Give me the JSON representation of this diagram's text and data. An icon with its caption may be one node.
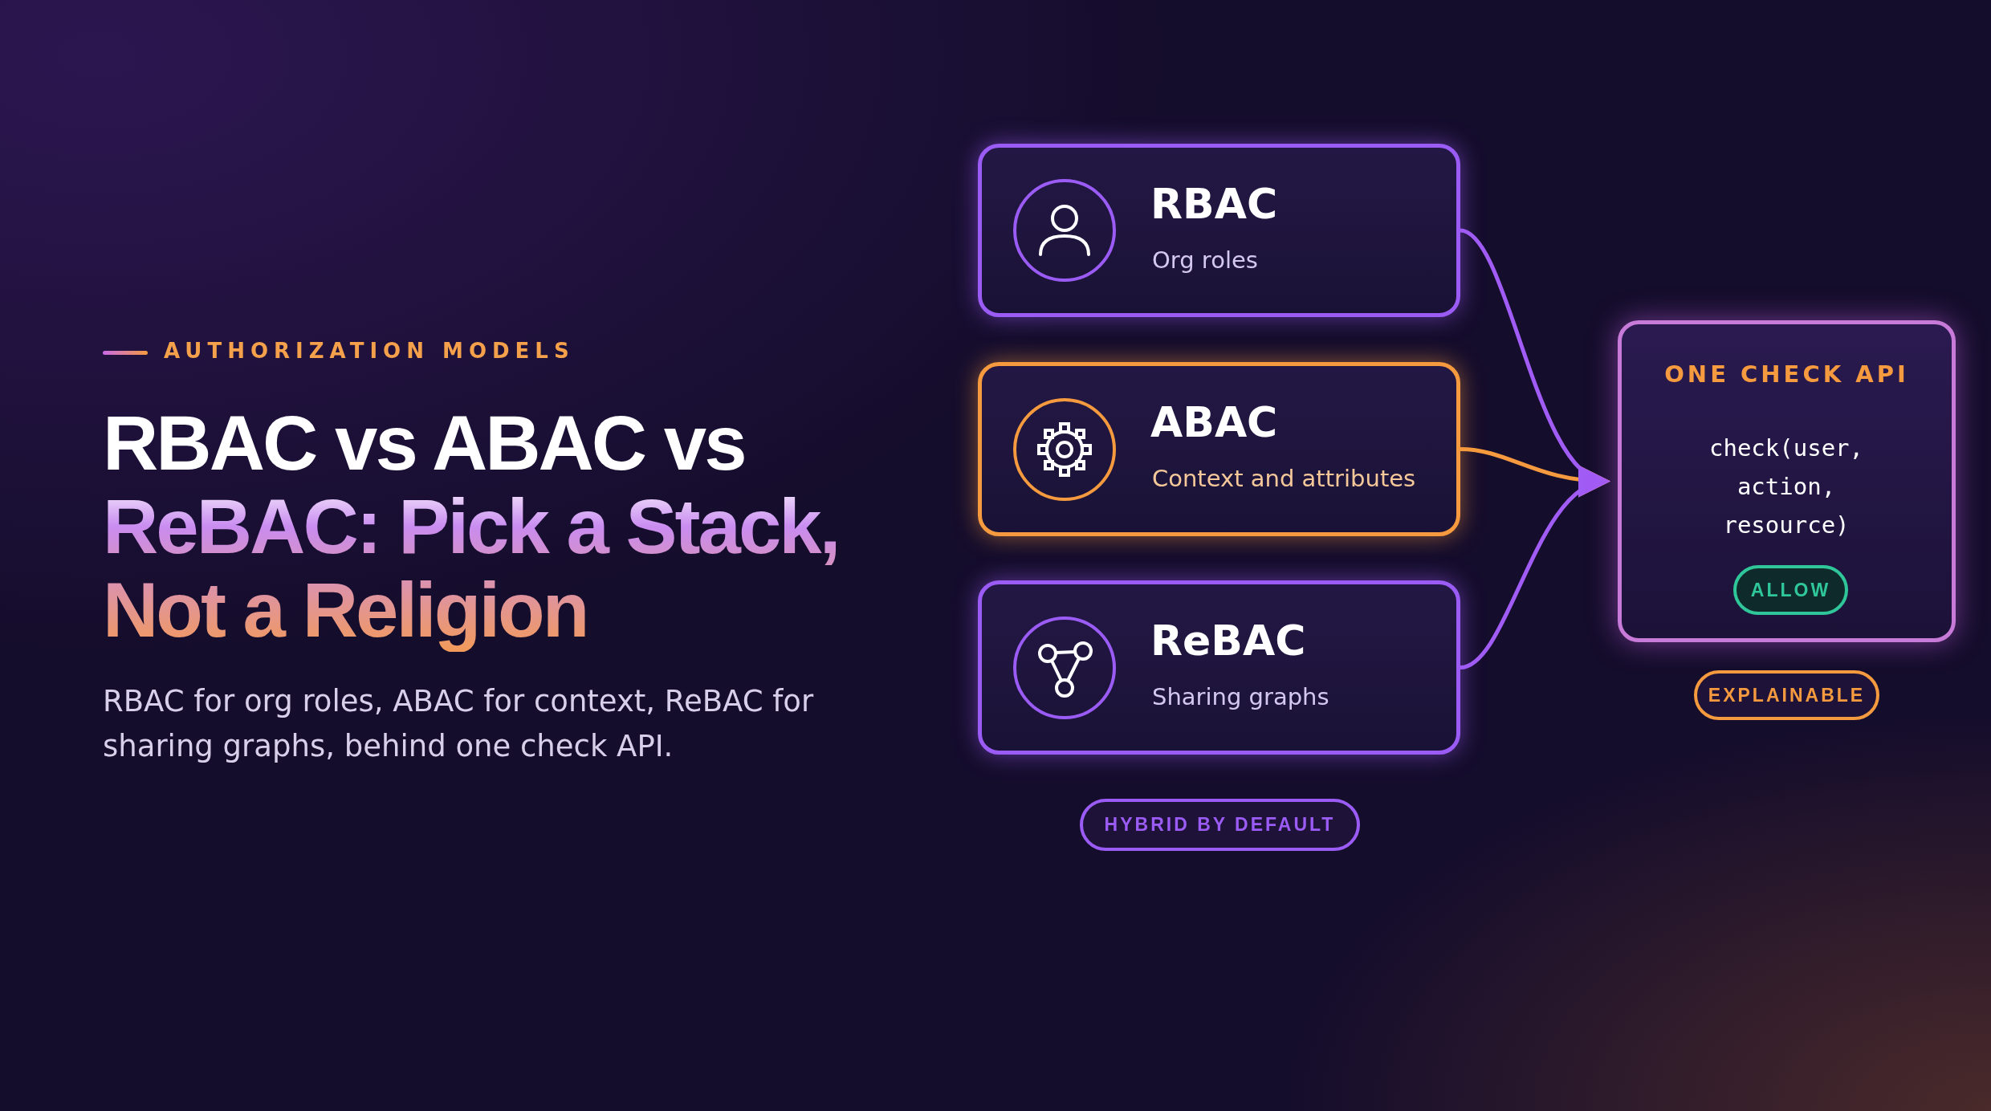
{
  "diagram": {
    "title": "RBAC vs ABAC vs ReBAC: Pick a Stack, Not a Religion",
    "nodes": [
      {
        "text": [
          "RBAC",
          "Org roles"
        ]
      },
      {
        "text": [
          "ABAC",
          "Context and attributes"
        ]
      },
      {
        "text": [
          "ReBAC",
          "Sharing graphs"
        ]
      },
      {
        "text": [
          "ONE CHECK API",
          "check(user, action, resource)"
        ]
      },
      {
        "text": [
          "ALLOW"
        ],
        "in": 3
      },
      {
        "text": [
          "EXPLAINABLE"
        ]
      },
      {
        "text": [
          "HYBRID BY DEFAULT"
        ]
      }
    ],
    "edges": [
      {
        "from": 0,
        "to": 3,
        "arrow": "to"
      },
      {
        "from": 1,
        "to": 3,
        "arrow": "to",
        "color": "#f59a3e"
      },
      {
        "from": 2,
        "to": 3,
        "arrow": "to"
      }
    ],
    "labels": [
      "AUTHORIZATION MODELS",
      "RBAC for org roles, ABAC for context, ReBAC for sharing graphs, behind one check API."
    ]
  }
}
